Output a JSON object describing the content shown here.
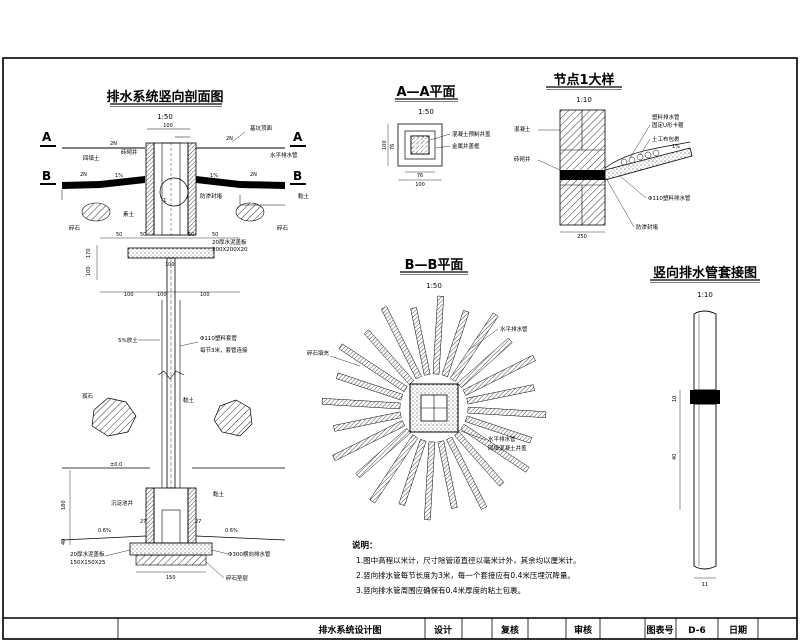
{
  "titles": {
    "main_section": "排水系统竖向剖面图",
    "main_scale": "1:50",
    "aa_plan": "A—A平面",
    "aa_scale": "1:50",
    "node": "节点1大样",
    "node_scale": "1:10",
    "bb_plan": "B—B平面",
    "bb_scale": "1:50",
    "joint": "竖向排水管套接图",
    "joint_scale": "1:10"
  },
  "section_marks": {
    "a": "A",
    "b": "B"
  },
  "main_labels": {
    "ground_surface": "基坑顶面",
    "drain_pipe": "水平排水管",
    "backfill_top": "回填土",
    "brick_wall": "砖砌井",
    "grout": "防渗封堵",
    "plain_soil": "素土",
    "gravel_left": "碎石",
    "gravel_right": "碎石",
    "node_mark": "1",
    "cover_plate": "20厚水泥盖板",
    "cover_size": "200X200X20",
    "vertical_pipe": "Φ110塑料套管",
    "pipe_note": "每节3米，套管连接",
    "slope_note": "5%放土",
    "boulder": "孤石",
    "side_soil": "黏土",
    "bottom_soil": "黏土",
    "sump": "沉淀池井",
    "bottom_pipe": "Φ300横向排水管",
    "bottom_cover": "20厚水泥盖板",
    "bottom_cover_size": "150X150X25",
    "gravel_bed": "碎石垫层",
    "slope_l": "0.6%",
    "slope_r": "0.6%",
    "ground_mark": "±0.0"
  },
  "main_dims": {
    "top": "100",
    "left_2n": "2N",
    "right_2n": "2N",
    "mid_2n": "2N",
    "slope_1": "1%",
    "slope_2": "1%",
    "d1": "50",
    "d2": "50",
    "d3": "50",
    "d4": "50",
    "d5": "100",
    "d6": "100",
    "d7": "100",
    "v1": "170",
    "v2": "100",
    "h_bottom": "150",
    "low_l": "27",
    "low_r": "27",
    "v_bottom": "180",
    "v_bottom2": "40"
  },
  "aa_labels": {
    "label1": "混凝土预制井盖",
    "label2": "金属井盖框",
    "dim_w": "76",
    "dim_w2": "100",
    "dim_h": "100",
    "dim_h2": "76"
  },
  "node_labels": {
    "a": "混凝土",
    "b": "砖砌井",
    "c": "塑料排水管",
    "d": "固定U形卡箍",
    "e": "土工布包裹",
    "f": "Φ110塑料排水管",
    "g": "防渗封堵",
    "slope": "1%",
    "dim_w": "250"
  },
  "bb_labels": {
    "a": "水平排水管",
    "b": "碎石填充",
    "c": "水平排水管",
    "d": "回填混凝土井盖"
  },
  "joint_labels": {
    "d1": "10",
    "d2": "40",
    "dim_w": "11"
  },
  "notes": {
    "head": "说明：",
    "n1": "1.图中高程以米计，尺寸除管道直径以毫米计外，其余均以厘米计。",
    "n2": "2.竖向排水管每节长度为3米，每一个套接应有0.4米压埋沉降量。",
    "n3": "3.竖向排水管周围应确保有0.4米厚度的粘土包裹。"
  },
  "title_block": {
    "drawing_name": "排水系统设计图",
    "design": "设计",
    "review": "复核",
    "check": "审核",
    "drawing_no_label": "图表号",
    "drawing_no": "D-6",
    "date_label": "日期"
  }
}
